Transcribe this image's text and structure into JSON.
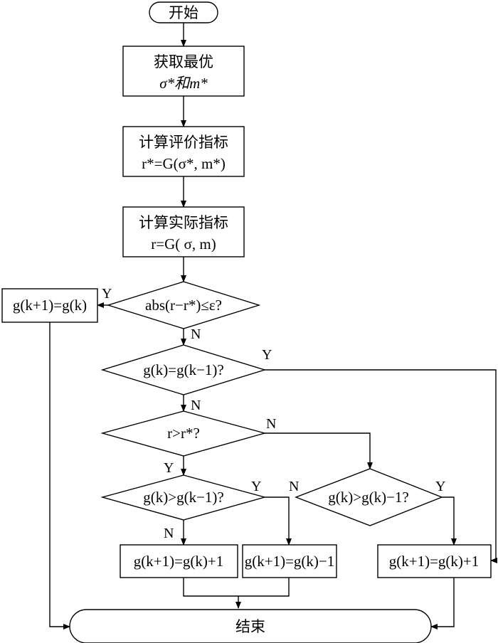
{
  "flowchart": {
    "start": "开始",
    "get_optimal": {
      "line1": "获取最优",
      "line2": "σ*和m*"
    },
    "calc_eval": {
      "line1": "计算评价指标",
      "line2": "r*=G(σ*, m*)"
    },
    "calc_actual": {
      "line1": "计算实际指标",
      "line2": "r=G( σ, m)"
    },
    "decision_abs": "abs(r−r*)≤ε?",
    "box_left": "g(k+1)=g(k)",
    "decision_equal": "g(k)=g(k−1)?",
    "decision_r": "r>r*?",
    "decision_gk_left": "g(k)>g(k−1)?",
    "decision_gk_right": "g(k)>g(k)−1?",
    "box_plus_left": "g(k+1)=g(k)+1",
    "box_minus": "g(k+1)=g(k)−1",
    "box_plus_right": "g(k+1)=g(k)+1",
    "end": "结束",
    "yes": "Y",
    "no": "N"
  }
}
